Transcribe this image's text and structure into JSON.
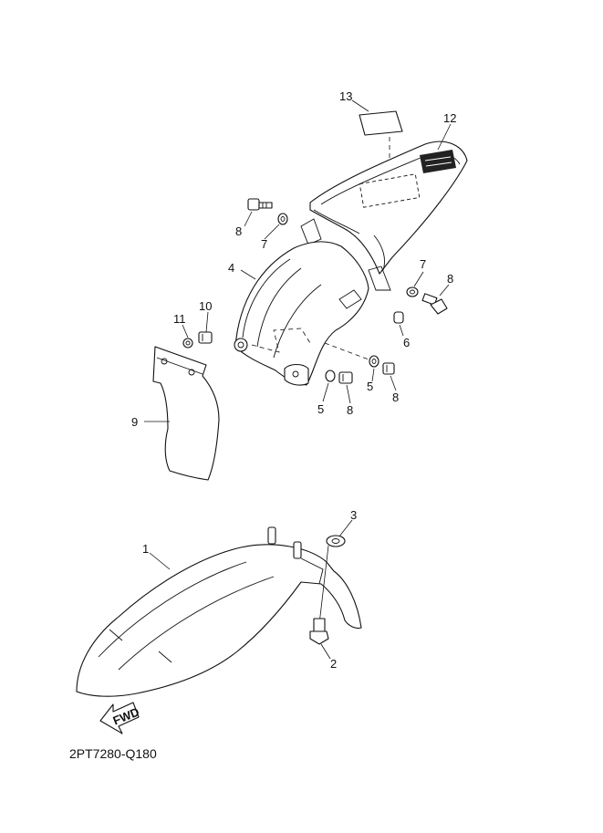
{
  "diagram_code": "2PT7280-Q180",
  "fwd_label": "FWD",
  "callouts": {
    "c1": "1",
    "c2": "2",
    "c3": "3",
    "c4": "4",
    "c5a": "5",
    "c5b": "5",
    "c6": "6",
    "c7a": "7",
    "c7b": "7",
    "c8a": "8",
    "c8b": "8",
    "c8c": "8",
    "c8d": "8",
    "c9": "9",
    "c10": "10",
    "c11": "11",
    "c12": "12",
    "c13": "13"
  }
}
